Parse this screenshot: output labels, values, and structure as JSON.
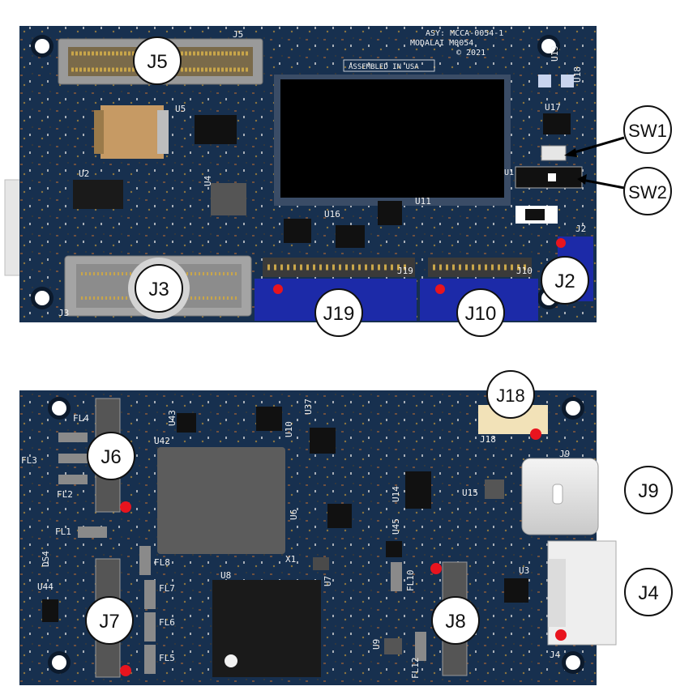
{
  "silkscreen": {
    "asy": "ASY: MCCA-0054-1",
    "maker": "MODALAI  M0054",
    "year": "© 2021",
    "assembled": "ASSEMBLED IN USA"
  },
  "top_board": {
    "designators": {
      "j5": "J5",
      "u5": "U5",
      "u2": "U2",
      "u4": "U4",
      "u16": "U16",
      "u11": "U11",
      "u19": "U19",
      "u18": "U18",
      "u17": "U17",
      "u1": "U1",
      "j2": "J2",
      "j19": "J19",
      "j10": "J10",
      "j3": "J3"
    },
    "callouts": {
      "j5": "J5",
      "j3": "J3",
      "j19": "J19",
      "j10": "J10",
      "j2": "J2",
      "sw1": "SW1",
      "sw2": "SW2"
    }
  },
  "bottom_board": {
    "designators": {
      "fl4": "FL4",
      "fl3": "FL3",
      "fl2": "FL2",
      "fl1": "FL1",
      "ds4": "DS4",
      "u44": "U44",
      "u43": "U43",
      "u42": "U42",
      "u10": "U10",
      "u37": "U37",
      "u6": "U6",
      "u8": "U8",
      "x1": "X1",
      "u7": "U7",
      "fl8": "FL8",
      "fl7": "FL7",
      "fl6": "FL6",
      "fl5": "FL5",
      "u14": "U14",
      "u15": "U15",
      "u45": "U45",
      "fl10": "FL10",
      "fl12": "FL12",
      "u9": "U9",
      "u3": "U3",
      "j18": "J18",
      "j9": "J9",
      "j4": "J4"
    },
    "callouts": {
      "j6": "J6",
      "j7": "J7",
      "j8": "J8",
      "j18": "J18",
      "j9": "J9",
      "j4": "J4"
    }
  },
  "colors": {
    "pcb": "#17304f",
    "pcb_dark": "#0f223b",
    "pin1_marker": "#e8141e",
    "connector_blue": "#1c2aa8",
    "pad_gold": "#c9a64a"
  }
}
